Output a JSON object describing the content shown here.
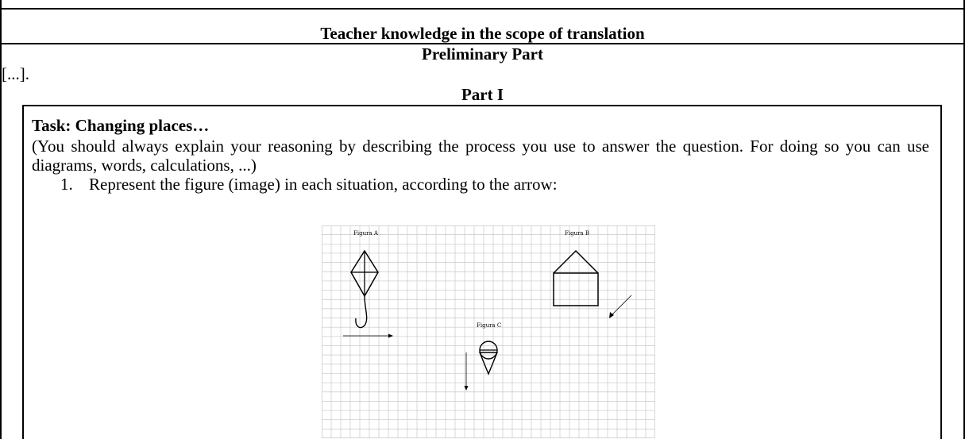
{
  "header": {
    "title": "Teacher knowledge in the scope of translation",
    "preliminary": "Preliminary Part",
    "ellipsis": "[...].",
    "part1": "Part I"
  },
  "task": {
    "title": "Task: Changing places…",
    "note": "(You should always explain your reasoning by describing the process you use to answer the question. For doing so you can use diagrams, words, calculations, ...)",
    "items": [
      {
        "number": "1.",
        "text": "Represent the figure (image) in each situation, according to the arrow:"
      }
    ]
  },
  "figure": {
    "labels": {
      "a": "Figura A",
      "b": "Figura B",
      "c": "Figura C"
    },
    "grid": {
      "columns": 35,
      "rows": 23
    },
    "colors": {
      "grid": "#c8c8c8",
      "ink": "#000000"
    }
  }
}
